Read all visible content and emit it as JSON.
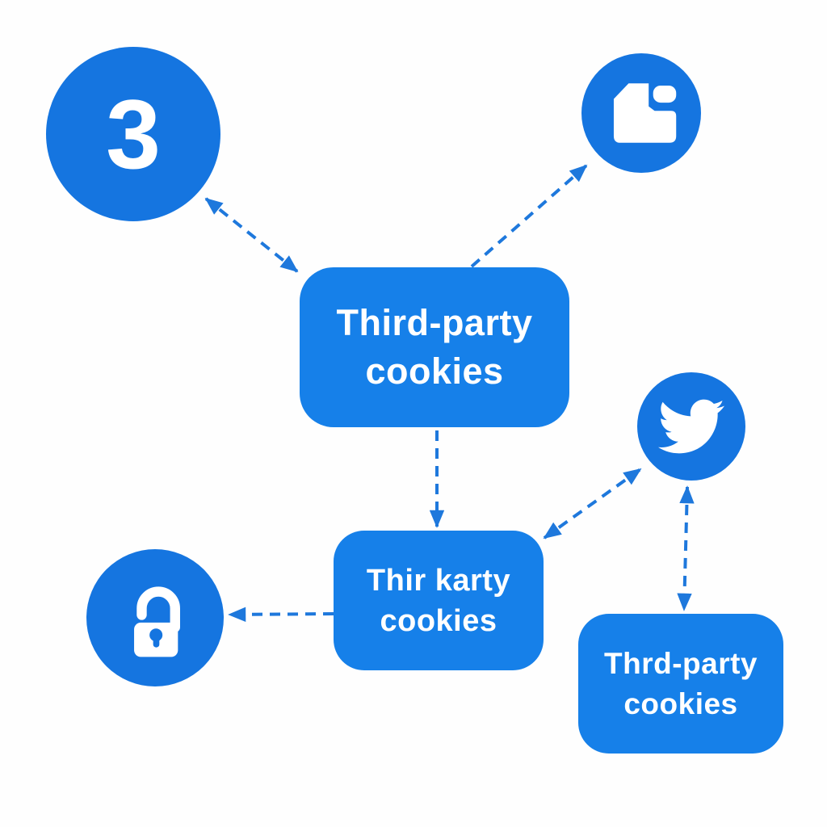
{
  "colors": {
    "circle_blue": "#1575e0",
    "box_blue": "#1680e9",
    "arrow_blue": "#1e78dc",
    "icon_white": "#ffffff",
    "background": "#fefefe"
  },
  "nodes": {
    "step_circle": {
      "value": "3"
    },
    "document_circle": {
      "icon": "document-icon"
    },
    "twitter_circle": {
      "icon": "twitter-icon"
    },
    "lock_circle": {
      "icon": "unlock-icon"
    },
    "center_box": {
      "line1": "Third-party",
      "line2": "cookies"
    },
    "bottom_center_box": {
      "line1": "Thir karty",
      "line2": "cookies"
    },
    "bottom_right_box": {
      "line1": "Thrd-party",
      "line2": "cookies"
    }
  },
  "connections": [
    {
      "from": "center_box",
      "to": "step_circle",
      "style": "dashed",
      "arrowheads": "both"
    },
    {
      "from": "center_box",
      "to": "document_circle",
      "style": "dashed",
      "arrowheads": "end"
    },
    {
      "from": "center_box",
      "to": "bottom_center_box",
      "style": "dashed",
      "arrowheads": "end"
    },
    {
      "from": "bottom_center_box",
      "to": "twitter_circle",
      "style": "dashed",
      "arrowheads": "both"
    },
    {
      "from": "bottom_center_box",
      "to": "lock_circle",
      "style": "dashed",
      "arrowheads": "end"
    },
    {
      "from": "twitter_circle",
      "to": "bottom_right_box",
      "style": "dashed",
      "arrowheads": "both"
    }
  ]
}
